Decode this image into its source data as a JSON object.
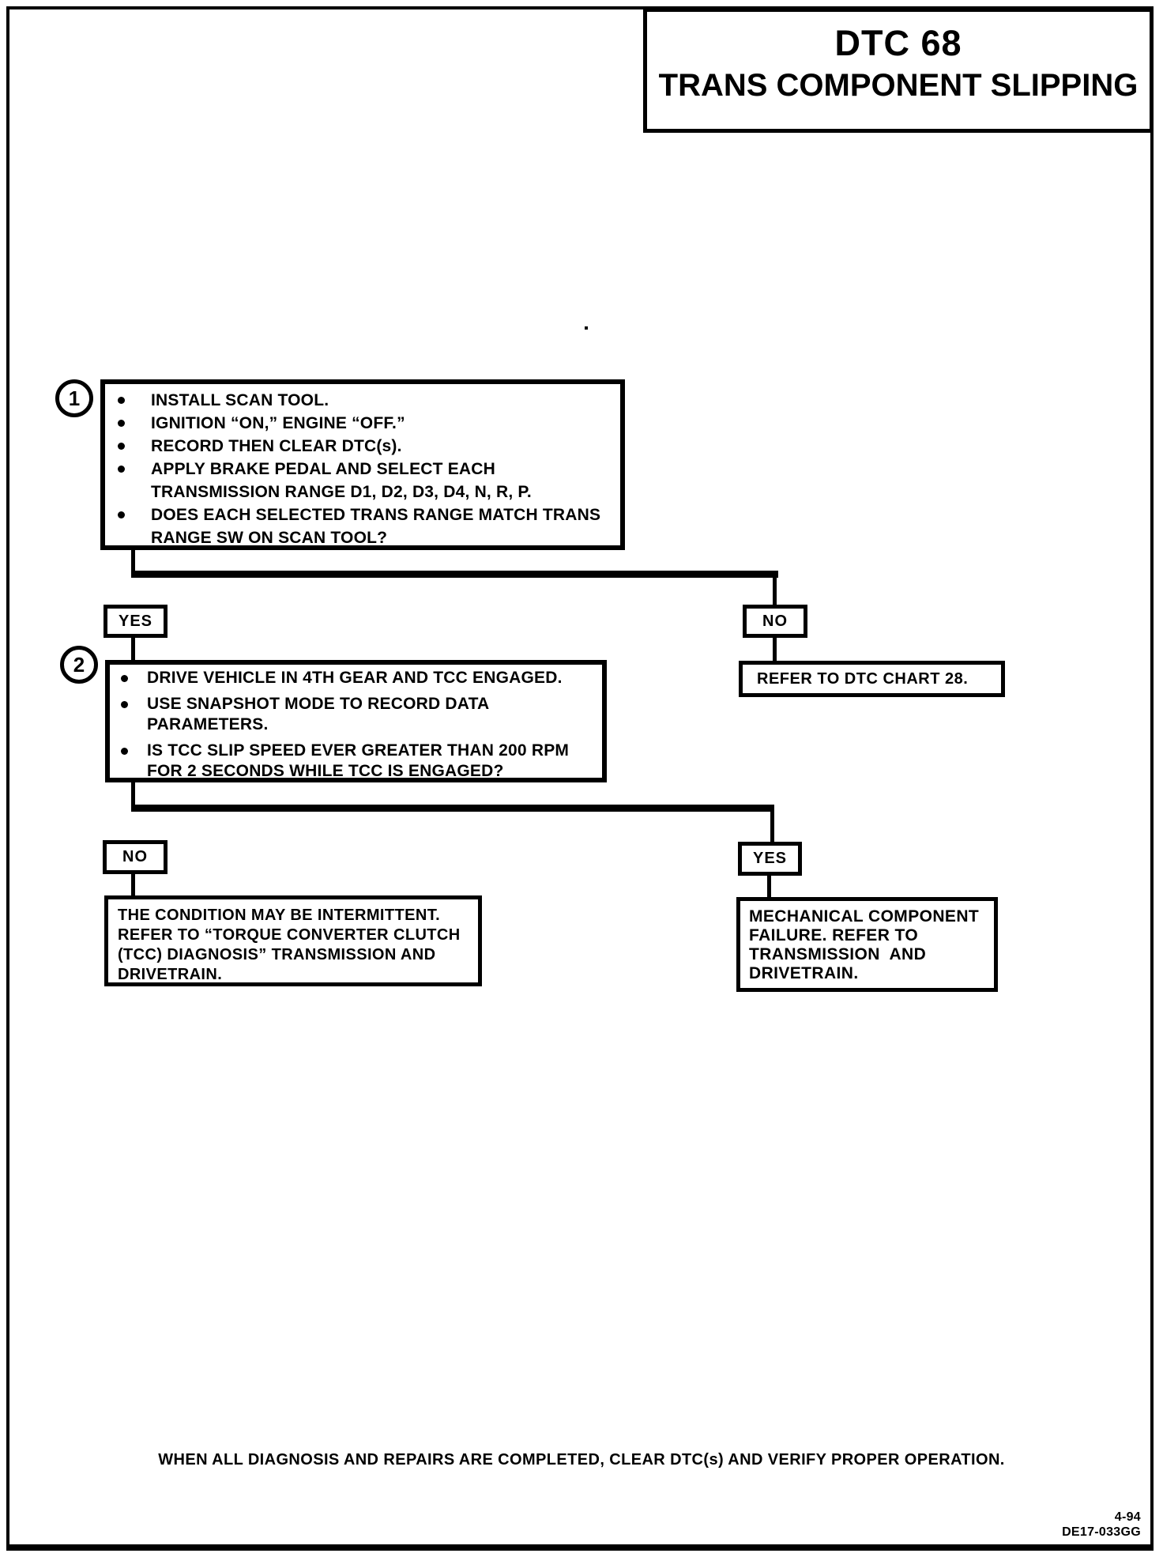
{
  "page": {
    "header": {
      "dtc": "DTC 68",
      "title": "TRANS COMPONENT SLIPPING"
    },
    "step1": {
      "number": "1",
      "bullets": [
        [
          "INSTALL SCAN TOOL."
        ],
        [
          "IGNITION “ON,” ENGINE “OFF.”"
        ],
        [
          "RECORD THEN CLEAR DTC(s)."
        ],
        [
          "APPLY BRAKE PEDAL AND SELECT EACH",
          "TRANSMISSION RANGE D1, D2, D3, D4, N, R, P."
        ],
        [
          "DOES EACH SELECTED TRANS RANGE MATCH TRANS",
          "RANGE SW ON SCAN TOOL?"
        ]
      ],
      "yes_label": "YES",
      "no_label": "NO",
      "no_result": "REFER TO DTC CHART 28."
    },
    "step2": {
      "number": "2",
      "bullets": [
        [
          "DRIVE VEHICLE IN 4TH GEAR AND TCC ENGAGED."
        ],
        [
          "USE SNAPSHOT MODE TO RECORD DATA",
          "PARAMETERS."
        ],
        [
          "IS TCC SLIP SPEED EVER GREATER THAN 200 RPM",
          "FOR 2 SECONDS WHILE TCC IS ENGAGED?"
        ]
      ],
      "no_label": "NO",
      "yes_label": "YES",
      "no_result": [
        "THE CONDITION MAY BE INTERMITTENT.",
        "REFER TO “TORQUE CONVERTER CLUTCH",
        "(TCC) DIAGNOSIS” TRANSMISSION AND",
        "DRIVETRAIN."
      ],
      "yes_result": [
        "MECHANICAL COMPONENT",
        "FAILURE. REFER TO",
        "TRANSMISSION  AND",
        "DRIVETRAIN."
      ]
    },
    "completion_note": "WHEN ALL DIAGNOSIS AND REPAIRS ARE COMPLETED, CLEAR DTC(s) AND VERIFY PROPER OPERATION.",
    "page_number": "4-94",
    "document_code": "DE17-033GG"
  }
}
